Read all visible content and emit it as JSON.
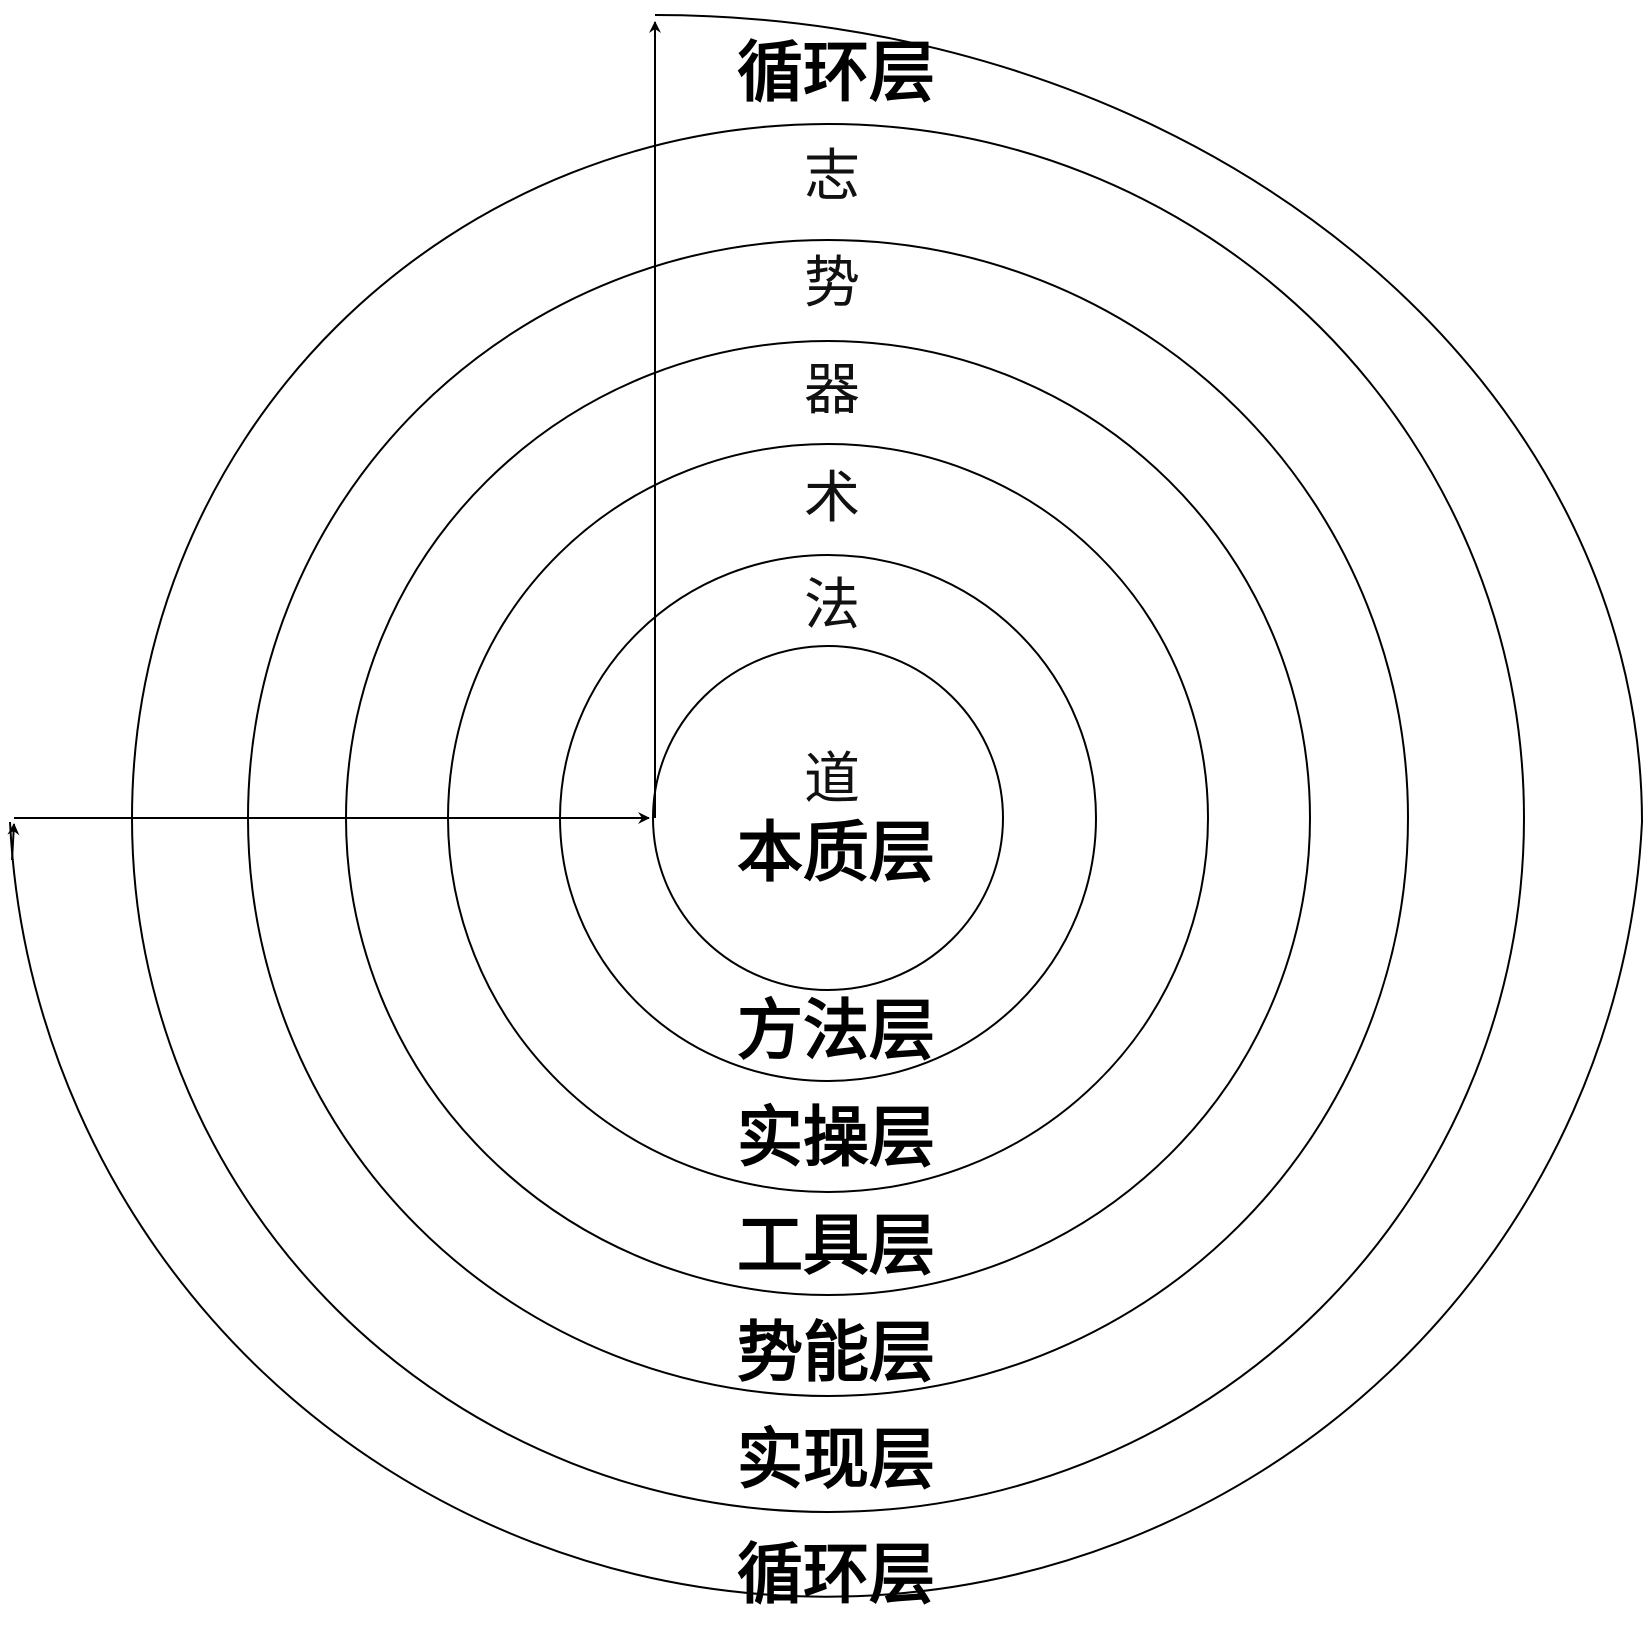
{
  "diagram": {
    "core_labels": {
      "dao": "道",
      "essence": "本质层"
    },
    "inner_labels": [
      "法",
      "术",
      "器",
      "势",
      "志"
    ],
    "outer_labels": [
      "方法层",
      "实操层",
      "工具层",
      "势能层",
      "实现层",
      "循环层"
    ],
    "top_label": "循环层",
    "colors": {
      "line": "#000000",
      "background": "#ffffff"
    }
  }
}
